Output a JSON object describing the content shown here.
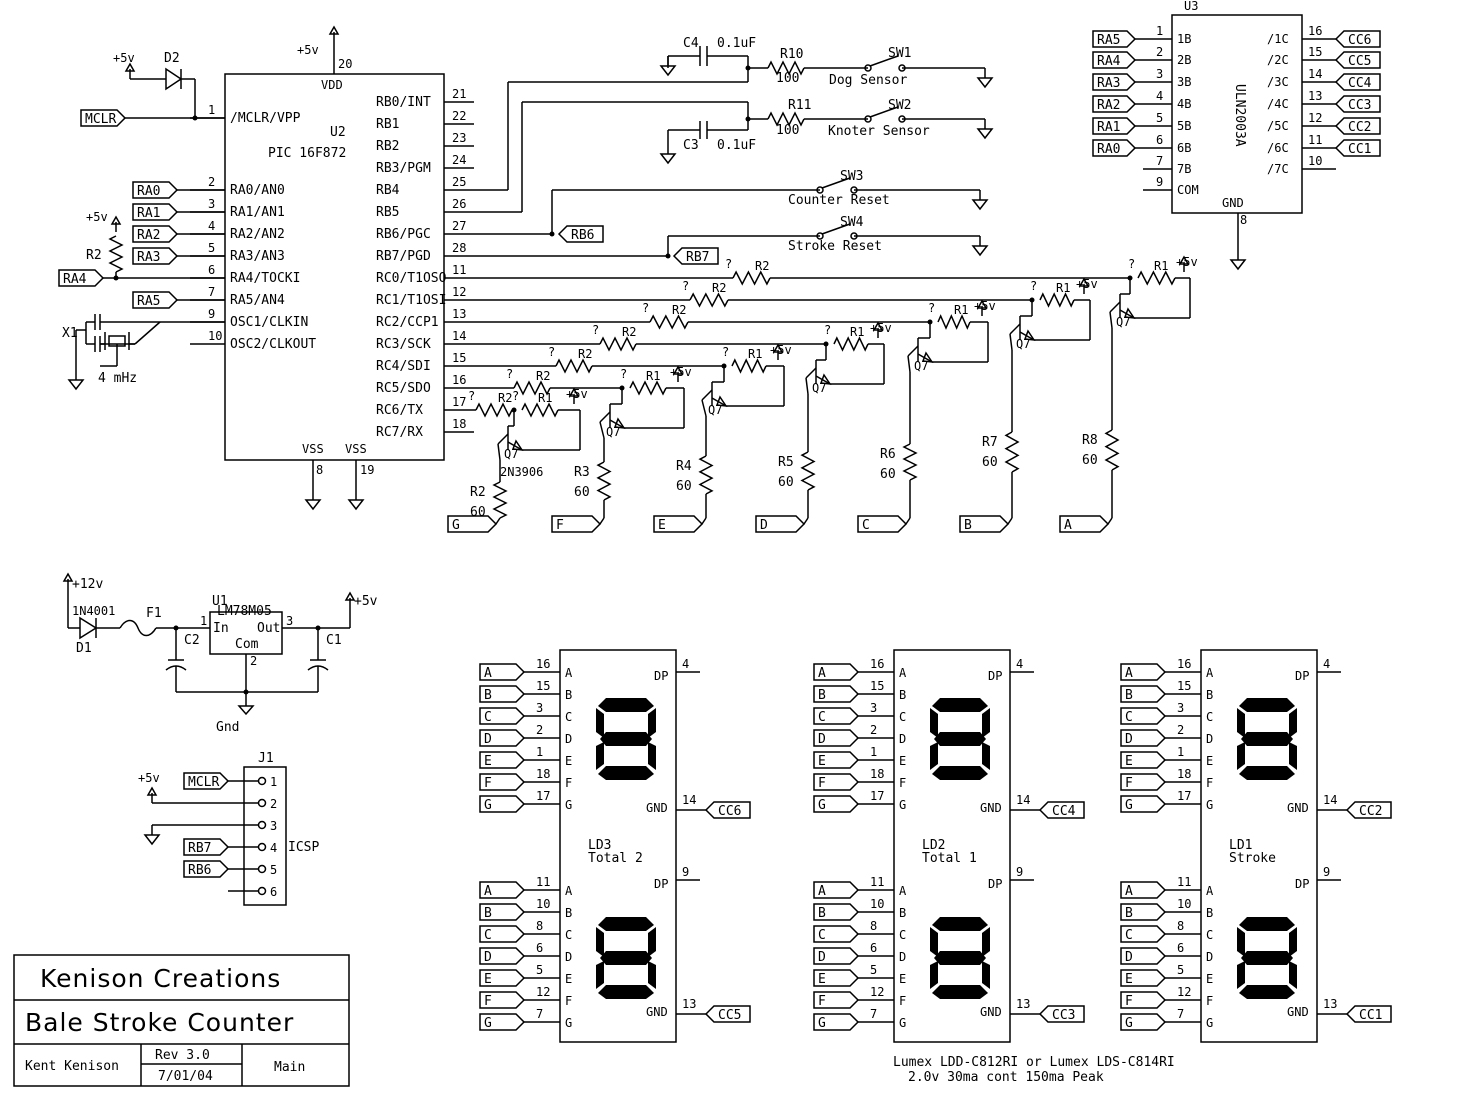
{
  "title_block": {
    "company": "Kenison Creations",
    "project": "Bale Stroke Counter",
    "author": "Kent Kenison",
    "revision": "Rev 3.0",
    "date": "7/01/04",
    "sheet": "Main"
  },
  "mcu": {
    "ref": "U2",
    "part": "PIC 16F872",
    "vdd_label": "VDD",
    "vdd_pin": "20",
    "vss_label": "VSS",
    "vss_pins": [
      "8",
      "19"
    ],
    "supply": "+5v",
    "left_pins": [
      {
        "num": "1",
        "name": "/MCLR/VPP",
        "net": "MCLR"
      },
      {
        "num": "2",
        "name": "RA0/AN0",
        "net": "RA0"
      },
      {
        "num": "3",
        "name": "RA1/AN1",
        "net": "RA1"
      },
      {
        "num": "4",
        "name": "RA2/AN2",
        "net": "RA2"
      },
      {
        "num": "5",
        "name": "RA3/AN3",
        "net": "RA3"
      },
      {
        "num": "6",
        "name": "RA4/TOCKI",
        "net": "RA4"
      },
      {
        "num": "7",
        "name": "RA5/AN4",
        "net": "RA5"
      },
      {
        "num": "9",
        "name": "OSC1/CLKIN",
        "net": ""
      },
      {
        "num": "10",
        "name": "OSC2/CLKOUT",
        "net": ""
      }
    ],
    "right_pins": [
      {
        "num": "21",
        "name": "RB0/INT"
      },
      {
        "num": "22",
        "name": "RB1"
      },
      {
        "num": "23",
        "name": "RB2"
      },
      {
        "num": "24",
        "name": "RB3/PGM"
      },
      {
        "num": "25",
        "name": "RB4"
      },
      {
        "num": "26",
        "name": "RB5"
      },
      {
        "num": "27",
        "name": "RB6/PGC"
      },
      {
        "num": "28",
        "name": "RB7/PGD"
      },
      {
        "num": "11",
        "name": "RC0/T1OSO"
      },
      {
        "num": "12",
        "name": "RC1/T1OSI"
      },
      {
        "num": "13",
        "name": "RC2/CCP1"
      },
      {
        "num": "14",
        "name": "RC3/SCK"
      },
      {
        "num": "15",
        "name": "RC4/SDI"
      },
      {
        "num": "16",
        "name": "RC5/SDO"
      },
      {
        "num": "17",
        "name": "RC6/TX"
      },
      {
        "num": "18",
        "name": "RC7/RX"
      }
    ]
  },
  "misc_labels": {
    "d2": "D2",
    "r2_pullup": "R2",
    "x1": "X1",
    "crystal": "4 mHz",
    "rb6_net": "RB6",
    "rb7_net": "RB7",
    "plus5": "+5v"
  },
  "sensors": [
    {
      "cap": "C4",
      "cap_value": "0.1uF",
      "res": "R10",
      "res_value": "100",
      "switch": "SW1",
      "label": "Dog Sensor"
    },
    {
      "cap": "C3",
      "cap_value": "0.1uF",
      "res": "R11",
      "res_value": "100",
      "switch": "SW2",
      "label": "Knoter Sensor"
    },
    {
      "switch": "SW3",
      "label": "Counter Reset"
    },
    {
      "switch": "SW4",
      "label": "Stroke Reset"
    }
  ],
  "drivers": [
    {
      "base_res": "R2",
      "base_val": "?",
      "pull_res": "R1",
      "pull_val": "?",
      "q": "Q7",
      "coll_res": "R8",
      "coll_val": "60",
      "net": "A"
    },
    {
      "base_res": "R2",
      "base_val": "?",
      "pull_res": "R1",
      "pull_val": "?",
      "q": "Q7",
      "coll_res": "R7",
      "coll_val": "60",
      "net": "B"
    },
    {
      "base_res": "R2",
      "base_val": "?",
      "pull_res": "R1",
      "pull_val": "?",
      "q": "Q7",
      "coll_res": "R6",
      "coll_val": "60",
      "net": "C"
    },
    {
      "base_res": "R2",
      "base_val": "?",
      "pull_res": "R1",
      "pull_val": "?",
      "q": "Q7",
      "coll_res": "R5",
      "coll_val": "60",
      "net": "D"
    },
    {
      "base_res": "R2",
      "base_val": "?",
      "pull_res": "R1",
      "pull_val": "?",
      "q": "Q7",
      "coll_res": "R4",
      "coll_val": "60",
      "net": "E"
    },
    {
      "base_res": "R2",
      "base_val": "?",
      "pull_res": "R1",
      "pull_val": "?",
      "q": "Q7",
      "coll_res": "R3",
      "coll_val": "60",
      "net": "F"
    },
    {
      "base_res": "R2",
      "base_val": "?",
      "pull_res": "R1",
      "pull_val": "?",
      "q": "Q7",
      "q_part": "2N3906",
      "coll_res": "R2",
      "coll_val": "60",
      "net": "G"
    }
  ],
  "uln": {
    "ref": "U3",
    "part": "ULN2003A",
    "gnd_label": "GND",
    "gnd_pin": "8",
    "inputs": [
      {
        "num": "1",
        "name": "1B",
        "net": "RA5"
      },
      {
        "num": "2",
        "name": "2B",
        "net": "RA4"
      },
      {
        "num": "3",
        "name": "3B",
        "net": "RA3"
      },
      {
        "num": "4",
        "name": "4B",
        "net": "RA2"
      },
      {
        "num": "5",
        "name": "5B",
        "net": "RA1"
      },
      {
        "num": "6",
        "name": "6B",
        "net": "RA0"
      },
      {
        "num": "7",
        "name": "7B",
        "net": ""
      },
      {
        "num": "9",
        "name": "COM",
        "net": ""
      }
    ],
    "outputs": [
      {
        "num": "16",
        "name": "/1C",
        "net": "CC6"
      },
      {
        "num": "15",
        "name": "/2C",
        "net": "CC5"
      },
      {
        "num": "14",
        "name": "/3C",
        "net": "CC4"
      },
      {
        "num": "13",
        "name": "/4C",
        "net": "CC3"
      },
      {
        "num": "12",
        "name": "/5C",
        "net": "CC2"
      },
      {
        "num": "11",
        "name": "/6C",
        "net": "CC1"
      },
      {
        "num": "10",
        "name": "/7C",
        "net": ""
      }
    ]
  },
  "power": {
    "input": "+12v",
    "diode": "1N4001",
    "diode_ref": "D1",
    "fuse": "F1",
    "reg_ref": "U1",
    "reg_part": "LM78M05",
    "reg_in": "In",
    "reg_out": "Out",
    "reg_com": "Com",
    "pin_in": "1",
    "pin_out": "3",
    "pin_com": "2",
    "cap_in": "C2",
    "cap_out": "C1",
    "output": "+5v",
    "gnd": "Gnd"
  },
  "icsp": {
    "ref": "J1",
    "label": "ICSP",
    "pins": [
      {
        "num": "1",
        "net": "MCLR"
      },
      {
        "num": "2",
        "net": "+5v"
      },
      {
        "num": "3",
        "net": ""
      },
      {
        "num": "4",
        "net": "RB7"
      },
      {
        "num": "5",
        "net": "RB6"
      },
      {
        "num": "6",
        "net": ""
      }
    ]
  },
  "displays": [
    {
      "ref": "LD3",
      "name": "Total 2",
      "top": {
        "pins": [
          "16",
          "15",
          "3",
          "2",
          "1",
          "18",
          "17"
        ],
        "dp_pin": "4",
        "gnd_pin": "14",
        "cc": "CC6"
      },
      "bot": {
        "pins": [
          "11",
          "10",
          "8",
          "6",
          "5",
          "12",
          "7"
        ],
        "dp_pin": "9",
        "gnd_pin": "13",
        "cc": "CC5"
      }
    },
    {
      "ref": "LD2",
      "name": "Total 1",
      "top": {
        "pins": [
          "16",
          "15",
          "3",
          "2",
          "1",
          "18",
          "17"
        ],
        "dp_pin": "4",
        "gnd_pin": "14",
        "cc": "CC4"
      },
      "bot": {
        "pins": [
          "11",
          "10",
          "8",
          "6",
          "5",
          "12",
          "7"
        ],
        "dp_pin": "9",
        "gnd_pin": "13",
        "cc": "CC3"
      }
    },
    {
      "ref": "LD1",
      "name": "Stroke",
      "top": {
        "pins": [
          "16",
          "15",
          "3",
          "2",
          "1",
          "18",
          "17"
        ],
        "dp_pin": "4",
        "gnd_pin": "14",
        "cc": "CC2"
      },
      "bot": {
        "pins": [
          "11",
          "10",
          "8",
          "6",
          "5",
          "12",
          "7"
        ],
        "dp_pin": "9",
        "gnd_pin": "13",
        "cc": "CC1"
      }
    }
  ],
  "segment_letters": [
    "A",
    "B",
    "C",
    "D",
    "E",
    "F",
    "G"
  ],
  "dp_label": "DP",
  "gnd_label": "GND",
  "display_notes": {
    "line1": "Lumex LDD-C812RI  or Lumex LDS-C814RI",
    "line2": "2.0v      30ma cont      150ma Peak"
  }
}
